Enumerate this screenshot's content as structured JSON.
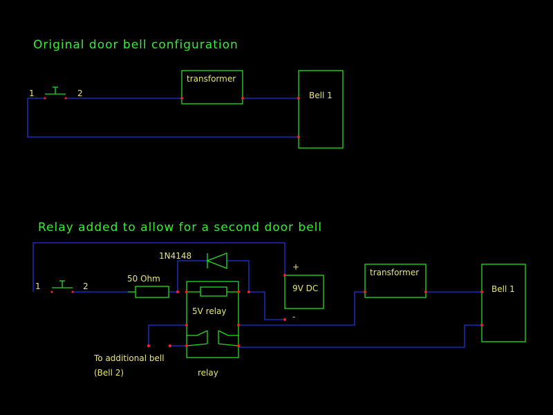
{
  "diagram": {
    "section1": {
      "title": "Original door bell configuration",
      "switch_pin1": "1",
      "switch_pin2": "2",
      "transformer_label": "transformer",
      "bell_label": "Bell 1"
    },
    "section2": {
      "title": "Relay added to allow for a second door bell",
      "switch_pin1": "1",
      "switch_pin2": "2",
      "diode_label": "1N4148",
      "resistor_label": "50 Ohm",
      "relay_coil_label": "5V relay",
      "relay_label": "relay",
      "supply_label": "9V DC",
      "supply_plus": "+",
      "supply_minus": "-",
      "transformer_label": "transformer",
      "bell_label": "Bell 1",
      "note_line1": "To additional bell",
      "note_line2": "(Bell 2)"
    }
  },
  "colors": {
    "background": "#000000",
    "wire": "#2233dd",
    "component": "#22dd22",
    "pin": "#ee2222",
    "text": "#e8e870",
    "title": "#33ee33"
  }
}
